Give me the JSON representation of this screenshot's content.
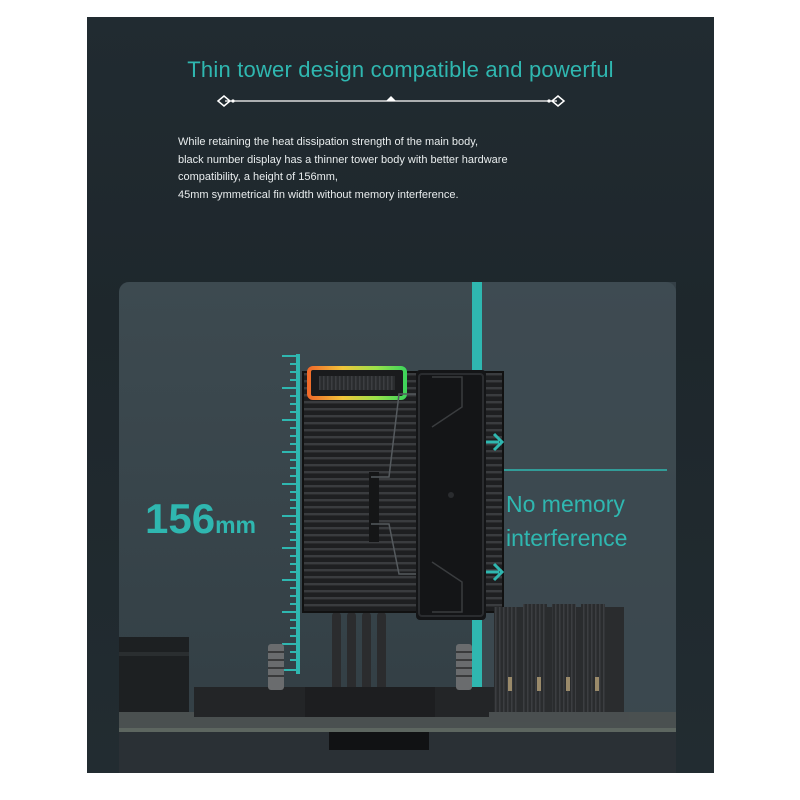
{
  "headline": "Thin tower design compatible and powerful",
  "description": [
    "While retaining the heat dissipation strength of the main body,",
    "black number display has a thinner tower body with better hardware",
    "compatibility, a height of 156mm,",
    "45mm symmetrical fin width without memory interference."
  ],
  "dimension": {
    "value": "156",
    "unit": "mm"
  },
  "callout": {
    "line1": "No memory",
    "line2": "interference"
  },
  "colors": {
    "accent": "#2fb7b0",
    "background": "#212b31",
    "stage": "#3a474d",
    "text": "#e8eced"
  },
  "icons": [
    "divider-ornament-icon",
    "arrow-right-icon"
  ]
}
